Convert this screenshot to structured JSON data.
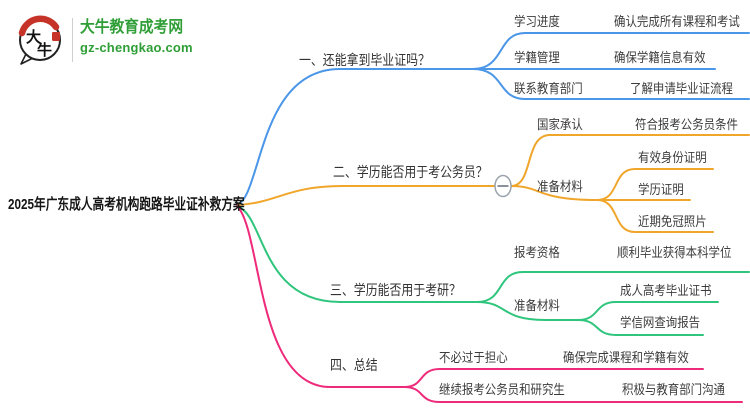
{
  "header": {
    "site_name": "大牛教育成考网",
    "site_domain": "gz-chengkao.com",
    "logo_icon_text_top": "大",
    "logo_icon_text_bottom": "牛",
    "brand_color": "#2f9e36"
  },
  "mindmap": {
    "root": {
      "label": "2025年广东成人高考机构跑路毕业证补救方案"
    },
    "collapse_icon": "minus-in-circle",
    "branches": [
      {
        "label": "一、还能拿到毕业证吗？",
        "color": "#4a96e8",
        "children": [
          {
            "label": "学习进度",
            "children": [
              {
                "label": "确认完成所有课程和考试"
              }
            ]
          },
          {
            "label": "学籍管理",
            "children": [
              {
                "label": "确保学籍信息有效"
              }
            ]
          },
          {
            "label": "联系教育部门",
            "children": [
              {
                "label": "了解申请毕业证流程"
              }
            ]
          }
        ]
      },
      {
        "label": "二、学历能否用于考公务员？",
        "color": "#f0a62b",
        "has_collapse_button": true,
        "children": [
          {
            "label": "国家承认",
            "children": [
              {
                "label": "符合报考公务员条件"
              }
            ]
          },
          {
            "label": "准备材料",
            "children": [
              {
                "label": "有效身份证明"
              },
              {
                "label": "学历证明"
              },
              {
                "label": "近期免冠照片"
              }
            ]
          }
        ]
      },
      {
        "label": "三、学历能否用于考研？",
        "color": "#2fc57d",
        "children": [
          {
            "label": "报考资格",
            "children": [
              {
                "label": "顺利毕业获得本科学位"
              }
            ]
          },
          {
            "label": "准备材料",
            "children": [
              {
                "label": "成人高考毕业证书"
              },
              {
                "label": "学信网查询报告"
              }
            ]
          }
        ]
      },
      {
        "label": "四、总结",
        "color": "#ee2b7b",
        "children": [
          {
            "label": "不必过于担心",
            "children": [
              {
                "label": "确保完成课程和学籍有效"
              }
            ]
          },
          {
            "label": "继续报考公务员和研究生",
            "children": [
              {
                "label": "积极与教育部门沟通"
              }
            ]
          }
        ]
      }
    ]
  }
}
